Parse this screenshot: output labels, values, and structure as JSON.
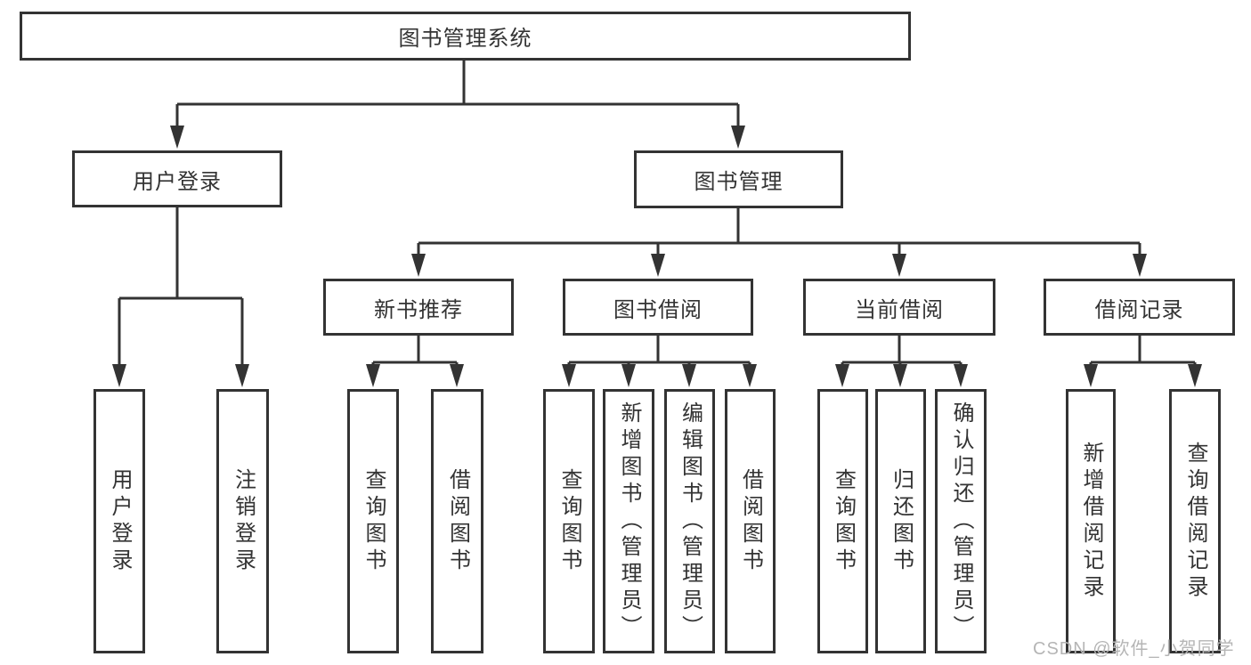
{
  "diagram": {
    "title": "图书管理系统",
    "root": {
      "label": "图书管理系统"
    },
    "children": [
      {
        "label": "用户登录",
        "children": [
          {
            "label": "用户登录"
          },
          {
            "label": "注销登录"
          }
        ]
      },
      {
        "label": "图书管理",
        "children": [
          {
            "label": "新书推荐",
            "children": [
              {
                "label": "查询图书"
              },
              {
                "label": "借阅图书"
              }
            ]
          },
          {
            "label": "图书借阅",
            "children": [
              {
                "label": "查询图书"
              },
              {
                "label": "新增图书（管理员）"
              },
              {
                "label": "编辑图书（管理员）"
              },
              {
                "label": "借阅图书"
              }
            ]
          },
          {
            "label": "当前借阅",
            "children": [
              {
                "label": "查询图书"
              },
              {
                "label": "归还图书"
              },
              {
                "label": "确认归还（管理员）"
              }
            ]
          },
          {
            "label": "借阅记录",
            "children": [
              {
                "label": "新增借阅记录"
              },
              {
                "label": "查询借阅记录"
              }
            ]
          }
        ]
      }
    ],
    "colors": {
      "line": "#333333",
      "text": "#333333",
      "background": "#ffffff",
      "watermark": "#b5b5b5"
    }
  },
  "watermark": {
    "text": "CSDN @软件_小贺同学"
  }
}
